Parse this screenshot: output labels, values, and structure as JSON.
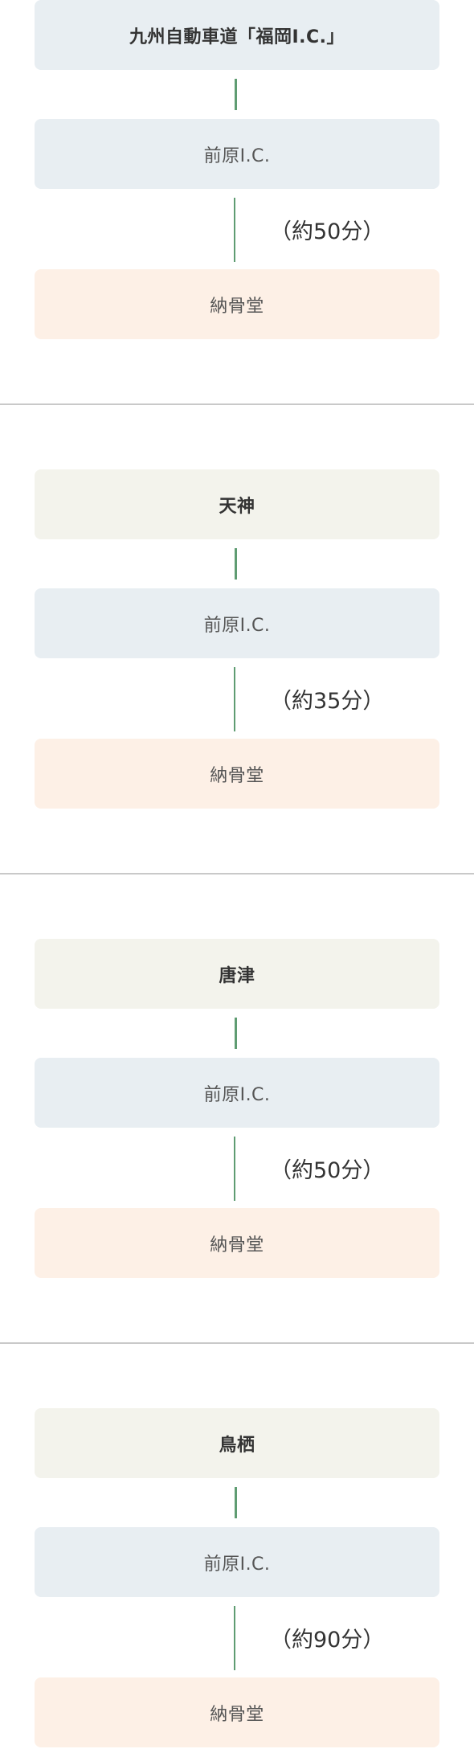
{
  "routes": [
    {
      "origin": "九州自動車道「福岡I.C.」",
      "origin_kind": "highway",
      "interchange": "前原I.C.",
      "duration": "（約50分）",
      "destination": "納骨堂"
    },
    {
      "origin": "天神",
      "origin_kind": "city",
      "interchange": "前原I.C.",
      "duration": "（約35分）",
      "destination": "納骨堂"
    },
    {
      "origin": "唐津",
      "origin_kind": "city",
      "interchange": "前原I.C.",
      "duration": "（約50分）",
      "destination": "納骨堂"
    },
    {
      "origin": "鳥栖",
      "origin_kind": "city",
      "interchange": "前原I.C.",
      "duration": "（約90分）",
      "destination": "納骨堂"
    }
  ],
  "colors": {
    "highway_box": "#e8eef2",
    "city_box": "#f3f3ec",
    "interchange_box": "#e8eef2",
    "destination_box": "#fdf0e6",
    "connector": "#5f9c72",
    "divider": "#c9c9c9"
  }
}
